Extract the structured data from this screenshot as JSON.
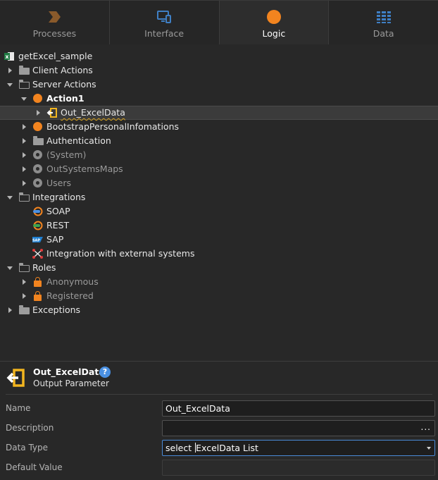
{
  "tabs": [
    {
      "label": "Processes",
      "icon": "processes-icon",
      "active": false
    },
    {
      "label": "Interface",
      "icon": "interface-icon",
      "active": false
    },
    {
      "label": "Logic",
      "icon": "logic-icon",
      "active": true
    },
    {
      "label": "Data",
      "icon": "data-icon",
      "active": false
    }
  ],
  "tree": {
    "root": "getExcel_sample",
    "client_actions": "Client Actions",
    "server_actions": "Server Actions",
    "action1": "Action1",
    "out_param": "Out_ExcelData",
    "bootstrap": "BootstrapPersonalInfomations",
    "authentication": "Authentication",
    "system": "(System)",
    "maps": "OutSystemsMaps",
    "users": "Users",
    "integrations": "Integrations",
    "soap": "SOAP",
    "rest": "REST",
    "sap": "SAP",
    "external": "Integration with external systems",
    "roles": "Roles",
    "anonymous": "Anonymous",
    "registered": "Registered",
    "exceptions": "Exceptions"
  },
  "properties": {
    "title": "Out_ExcelData",
    "subtitle": "Output Parameter",
    "help": "?",
    "name_label": "Name",
    "name_value": "Out_ExcelData",
    "description_label": "Description",
    "description_value": "",
    "description_more": "...",
    "datatype_label": "Data Type",
    "datatype_before_cursor": "select ",
    "datatype_after_cursor": "ExcelData List",
    "default_label": "Default Value",
    "default_value": ""
  },
  "colors": {
    "accent_orange": "#f2841f",
    "accent_blue": "#4a90e2",
    "background": "#282828"
  }
}
